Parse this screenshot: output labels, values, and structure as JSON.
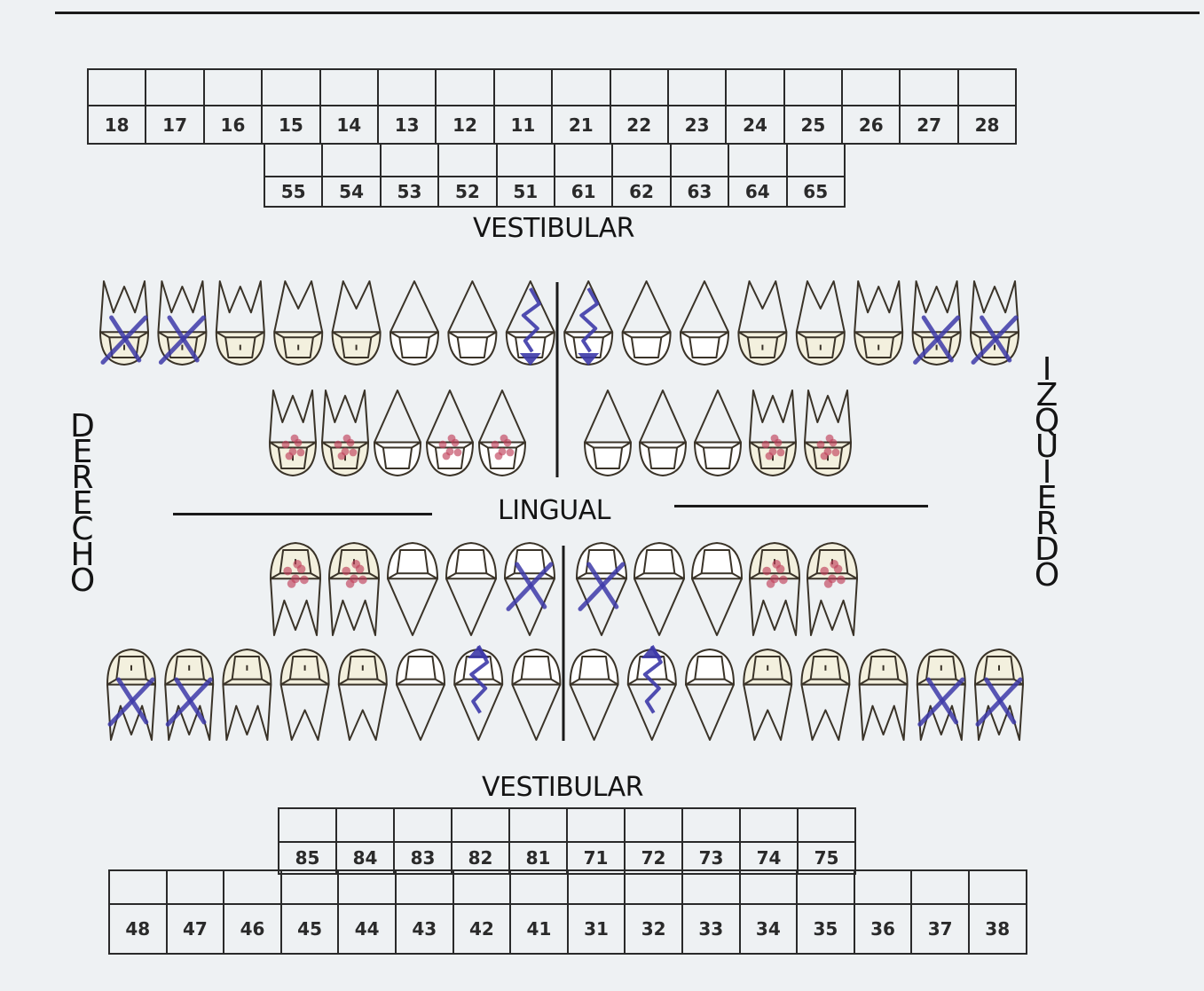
{
  "upper_permanent": [
    "18",
    "17",
    "16",
    "15",
    "14",
    "13",
    "12",
    "11",
    "21",
    "22",
    "23",
    "24",
    "25",
    "26",
    "27",
    "28"
  ],
  "upper_primary": [
    "55",
    "54",
    "53",
    "52",
    "51",
    "61",
    "62",
    "63",
    "64",
    "65"
  ],
  "lower_primary": [
    "85",
    "84",
    "83",
    "82",
    "81",
    "71",
    "72",
    "73",
    "74",
    "75"
  ],
  "lower_permanent": [
    "48",
    "47",
    "46",
    "45",
    "44",
    "43",
    "42",
    "41",
    "31",
    "32",
    "33",
    "34",
    "35",
    "36",
    "37",
    "38"
  ],
  "labels": {
    "vestibular_top": "VESTIBULAR",
    "lingual": "LINGUAL",
    "vestibular_bottom": "VESTIBULAR",
    "right_side": [
      "D",
      "E",
      "R",
      "E",
      "C",
      "H",
      "O"
    ],
    "left_side": [
      "I",
      "Z",
      "Q",
      "U",
      "I",
      "E",
      "R",
      "D",
      "O"
    ]
  },
  "colors": {
    "ink": "#1a1a1a",
    "tooth_line": "#3a3328",
    "tooth_fill": "#f3f0de",
    "mark_blue": "#3d3aa8",
    "mark_red": "#c0405a",
    "paper": "#eef1f3"
  },
  "annotations": {
    "missing_x": [
      "18",
      "17",
      "27",
      "28",
      "48",
      "47",
      "37",
      "38",
      "81",
      "71"
    ],
    "blue_lightning": [
      "11",
      "21",
      "42",
      "32"
    ],
    "red_spots": [
      "55",
      "54",
      "52",
      "51",
      "64",
      "65",
      "85",
      "84",
      "74",
      "75"
    ]
  }
}
